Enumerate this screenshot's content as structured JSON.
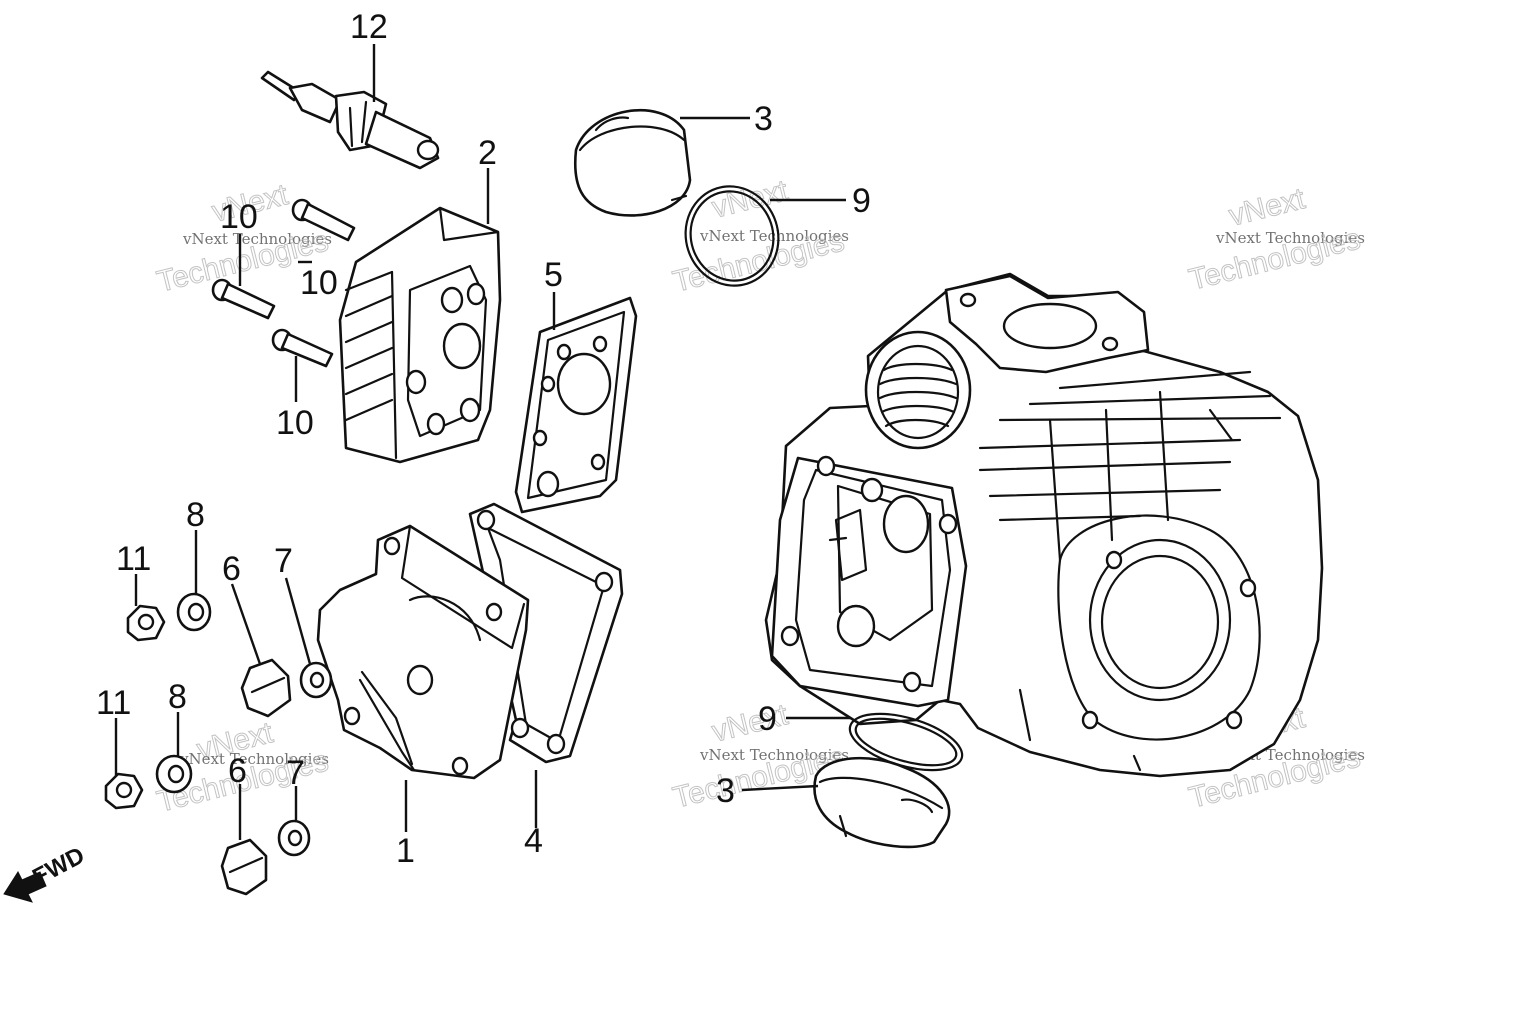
{
  "diagram": {
    "direction_label": "FWD",
    "callouts": [
      {
        "id": "c1",
        "text": "1"
      },
      {
        "id": "c2",
        "text": "2"
      },
      {
        "id": "c3a",
        "text": "3"
      },
      {
        "id": "c3b",
        "text": "3"
      },
      {
        "id": "c4",
        "text": "4"
      },
      {
        "id": "c5",
        "text": "5"
      },
      {
        "id": "c6a",
        "text": "6"
      },
      {
        "id": "c6b",
        "text": "6"
      },
      {
        "id": "c7a",
        "text": "7"
      },
      {
        "id": "c7b",
        "text": "7"
      },
      {
        "id": "c8a",
        "text": "8"
      },
      {
        "id": "c8b",
        "text": "8"
      },
      {
        "id": "c9a",
        "text": "9"
      },
      {
        "id": "c9b",
        "text": "9"
      },
      {
        "id": "c10a",
        "text": "10"
      },
      {
        "id": "c10b",
        "text": "10"
      },
      {
        "id": "c10c",
        "text": "10"
      },
      {
        "id": "c11a",
        "text": "11"
      },
      {
        "id": "c11b",
        "text": "11"
      },
      {
        "id": "c12",
        "text": "12"
      }
    ],
    "watermark": {
      "small": "vNext Technologies",
      "big": "Technologies",
      "top": "vNext"
    }
  }
}
